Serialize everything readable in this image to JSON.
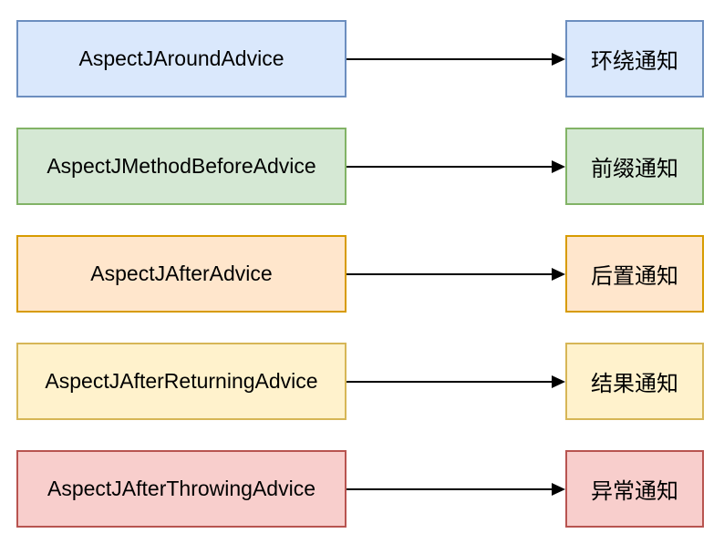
{
  "diagram": {
    "type": "flow-mapping",
    "arrow_color": "#000000",
    "text_color": "#000000",
    "rows": [
      {
        "source": "AspectJAroundAdvice",
        "target": "环绕通知",
        "fill": "#dae8fc",
        "border": "#6c8ebf"
      },
      {
        "source": "AspectJMethodBeforeAdvice",
        "target": "前缀通知",
        "fill": "#d5e8d4",
        "border": "#82b366"
      },
      {
        "source": "AspectJAfterAdvice",
        "target": "后置通知",
        "fill": "#ffe6cc",
        "border": "#d79b00"
      },
      {
        "source": "AspectJAfterReturningAdvice",
        "target": "结果通知",
        "fill": "#fff2cc",
        "border": "#d6b656"
      },
      {
        "source": "AspectJAfterThrowingAdvice",
        "target": "异常通知",
        "fill": "#f8cecc",
        "border": "#b85450"
      }
    ]
  }
}
